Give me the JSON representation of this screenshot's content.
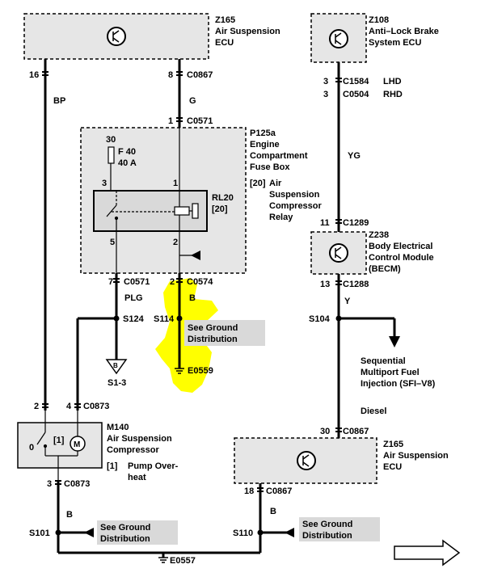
{
  "components": {
    "z165_top": {
      "id": "Z165",
      "lines": [
        "Air Suspension",
        "ECU"
      ]
    },
    "z108": {
      "id": "Z108",
      "lines": [
        "Anti–Lock Brake",
        "System ECU"
      ]
    },
    "p125a": {
      "id": "P125a",
      "lines": [
        "Engine",
        "Compartment",
        "Fuse Box"
      ]
    },
    "p125a_sub": {
      "ref": "[20]",
      "lines": [
        "Air",
        "Suspension",
        "Compressor",
        "Relay"
      ]
    },
    "fuse": {
      "number": "30",
      "name": "F 40",
      "rating": "40 A"
    },
    "relay": {
      "id": "RL20",
      "ref": "[20]"
    },
    "z238": {
      "id": "Z238",
      "lines": [
        "Body Electrical",
        "Control Module",
        "(BECM)"
      ]
    },
    "m140": {
      "id": "M140",
      "lines": [
        "Air Suspension",
        "Compressor"
      ],
      "note_ref": "[1]",
      "note_lines": [
        "Pump Over-",
        "heat"
      ],
      "inner_ref": "[1]",
      "motor": "M"
    },
    "z165_bottom": {
      "id": "Z165",
      "lines": [
        "Air Suspension",
        "ECU"
      ]
    }
  },
  "pins": {
    "p16": "16",
    "p8": "8",
    "p1_top": "1",
    "p30": "30",
    "p3_relay": "3",
    "p1_relay": "1",
    "p5_relay": "5",
    "p2_relay": "2",
    "p7": "7",
    "p2_box": "2",
    "p3_lhd": "3",
    "p3_rhd": "3",
    "p11": "11",
    "p13": "13",
    "p2_m": "2",
    "p4_m": "4",
    "p0_m": "0",
    "p3_m": "3",
    "p30_ecu": "30",
    "p18": "18"
  },
  "connectors": {
    "c0867_top": "C0867",
    "c0571_top": "C0571",
    "c1584": "C1584",
    "c0504": "C0504",
    "c0571_bot": "C0571",
    "c0574": "C0574",
    "c1289": "C1289",
    "c1288": "C1288",
    "c0873_top": "C0873",
    "c0873_bot": "C0873",
    "c0867_mid": "C0867",
    "c0867_bot": "C0867"
  },
  "variants": {
    "lhd": "LHD",
    "rhd": "RHD",
    "diesel": "Diesel"
  },
  "wires": {
    "bp": "BP",
    "g": "G",
    "yg": "YG",
    "plg": "PLG",
    "b1": "B",
    "y": "Y",
    "b2": "B",
    "b3": "B"
  },
  "splices": {
    "s124": "S124",
    "s114": "S114",
    "s104": "S104",
    "s101": "S101",
    "s110": "S110"
  },
  "grounds": {
    "e0559": "E0559",
    "e0557": "E0557"
  },
  "refs": {
    "ground_dist_1": [
      "See Ground",
      "Distribution"
    ],
    "ground_dist_2": [
      "See Ground",
      "Distribution"
    ],
    "ground_dist_3": [
      "See Ground",
      "Distribution"
    ],
    "sfi": [
      "Sequential",
      "Multiport Fuel",
      "Injection (SFI–V8)"
    ],
    "s1_3": "S1-3",
    "arrow_b": "B"
  },
  "colors": {
    "box_fill": "#e6e6e6",
    "panel_fill": "#d9d9d9",
    "wire": "#000000",
    "highlight": "#ffff00"
  }
}
